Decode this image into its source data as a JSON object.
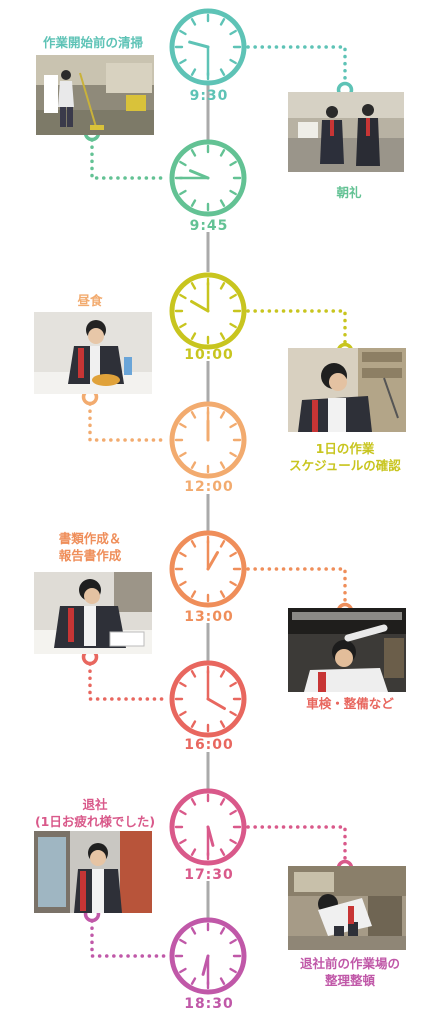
{
  "colors": {
    "teal": "#5ec3b6",
    "green": "#63c294",
    "lime": "#c8c51f",
    "light_orange": "#f2ab6f",
    "orange": "#ef8e5a",
    "red": "#e8675f",
    "pink": "#d9598a",
    "purple": "#c058a8",
    "spine": "#aaaaaa"
  },
  "clocks": [
    {
      "time": "9:30",
      "hour": 9,
      "minute": 30,
      "color": "#5ec3b6"
    },
    {
      "time": "9:45",
      "hour": 9,
      "minute": 45,
      "color": "#63c294"
    },
    {
      "time": "10:00",
      "hour": 10,
      "minute": 0,
      "color": "#c8c51f"
    },
    {
      "time": "12:00",
      "hour": 12,
      "minute": 0,
      "color": "#f2ab6f"
    },
    {
      "time": "13:00",
      "hour": 13,
      "minute": 0,
      "color": "#ef8e5a"
    },
    {
      "time": "16:00",
      "hour": 16,
      "minute": 0,
      "color": "#e8675f"
    },
    {
      "time": "17:30",
      "hour": 17,
      "minute": 30,
      "color": "#d9598a"
    },
    {
      "time": "18:30",
      "hour": 18,
      "minute": 30,
      "color": "#c058a8"
    }
  ],
  "activities": [
    {
      "label": "作業開始前の清掃",
      "icon": "cleaning-photo"
    },
    {
      "label": "朝礼",
      "icon": "morning-meeting-photo"
    },
    {
      "label": "昼食",
      "icon": "lunch-photo"
    },
    {
      "label": "1日の作業\nスケジュールの確認",
      "icon": "schedule-check-photo"
    },
    {
      "label": "書類作成＆\n報告書作成",
      "icon": "paperwork-photo"
    },
    {
      "label": "車検・整備など",
      "icon": "inspection-photo"
    },
    {
      "label": "退社\n(1日お疲れ様でした)",
      "icon": "leaving-photo"
    },
    {
      "label": "退社前の作業場の\n整理整頓",
      "icon": "tidying-photo"
    }
  ]
}
